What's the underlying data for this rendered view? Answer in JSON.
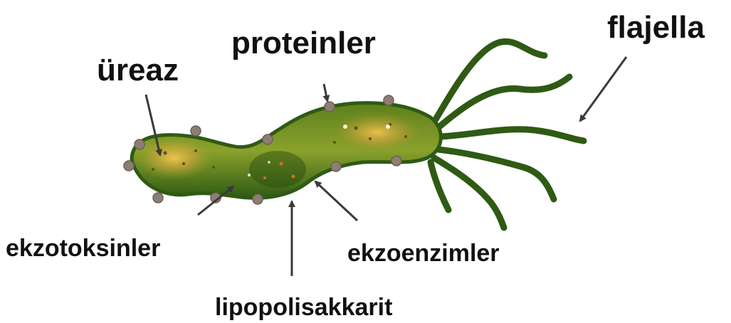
{
  "labels": {
    "ureaz": "üreaz",
    "proteinler": "proteinler",
    "flajella": "flajella",
    "ekzotoksinler": "ekzotoksinler",
    "ekzoenzimler": "ekzoenzimler",
    "lipopolisakkarit": "lipopolisakkarit"
  },
  "colors": {
    "body_dark": "#2f5a14",
    "body_mid": "#7d9a2a",
    "body_light": "#f2c04a",
    "flagella": "#2f5a14",
    "surface_knobs": "#8d7d72",
    "arrows": "#3a3a3a"
  }
}
